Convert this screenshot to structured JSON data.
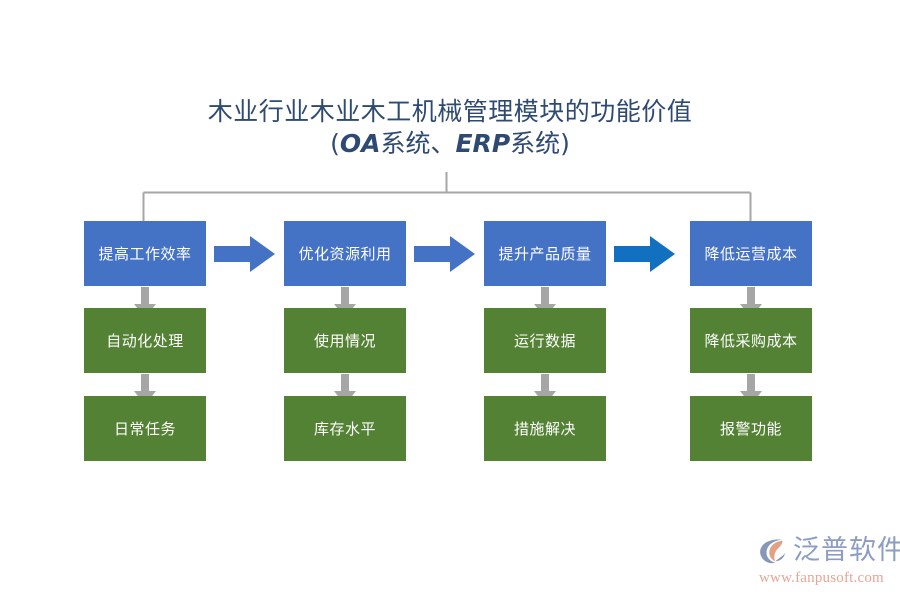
{
  "title": {
    "line1": "木业行业木业木工机械管理模块的功能价值",
    "line2_prefix": "(",
    "line2_oa": "OA",
    "line2_mid": "系统、",
    "line2_erp": "ERP",
    "line2_suffix": "系统)"
  },
  "colors": {
    "blue_box": "#4472c4",
    "green_box": "#548235",
    "arrow_blue": "#4472c4",
    "arrow_blue_accent": "#1170c0",
    "connector_gray": "#a6a6a6",
    "title_text": "#2e4a72",
    "logo_word": "#8b9dc3",
    "logo_url": "#e8a598",
    "logo_mark_blue": "#8697b8",
    "logo_mark_orange": "#e3a183"
  },
  "diagram": {
    "type": "flow-tree",
    "columns": [
      {
        "id": "col-1",
        "head": "提高工作效率",
        "children": [
          "自动化处理",
          "日常任务"
        ]
      },
      {
        "id": "col-2",
        "head": "优化资源利用",
        "children": [
          "使用情况",
          "库存水平"
        ]
      },
      {
        "id": "col-3",
        "head": "提升产品质量",
        "children": [
          "运行数据",
          "措施解决"
        ]
      },
      {
        "id": "col-4",
        "head": "降低运营成本",
        "children": [
          "降低采购成本",
          "报警功能"
        ]
      }
    ],
    "h_arrows": [
      {
        "id": "arrow-1-2",
        "variant": "standard"
      },
      {
        "id": "arrow-2-3",
        "variant": "standard"
      },
      {
        "id": "arrow-3-4",
        "variant": "accent"
      }
    ]
  },
  "logo": {
    "brand": "泛普软件",
    "url": "www.fanpusoft.com",
    "mark": "fanpu-leaf-mark"
  }
}
